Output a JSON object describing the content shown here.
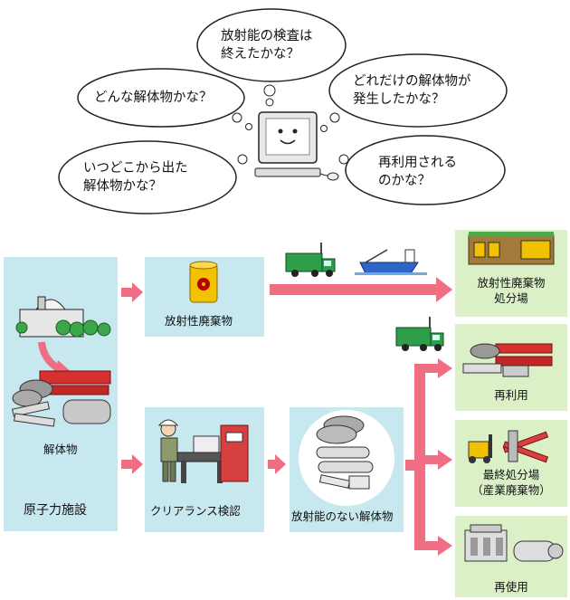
{
  "thoughts": [
    {
      "text": "放射能の検査は\n終えたかな？"
    },
    {
      "text": "どんな解体物かな？"
    },
    {
      "text": "どれだけの解体物が\n発生したかな？"
    },
    {
      "text": "いつどこから出た\n解体物かな？"
    },
    {
      "text": "再利用される\nのかな？"
    }
  ],
  "facility": {
    "debris_label": "解体物",
    "name": "原子力施設"
  },
  "steps": {
    "radioactive_waste": "放射性廃棄物",
    "clearance": "クリアランス検認",
    "non_radioactive": "放射能のない解体物"
  },
  "destinations": [
    {
      "label": "放射性廃棄物\n処分場"
    },
    {
      "label": "再利用"
    },
    {
      "label": "最終処分場\n（産業廃棄物）"
    },
    {
      "label": "再使用"
    }
  ],
  "colors": {
    "panel_blue": "#c8e8f0",
    "panel_green": "#dcf0c8",
    "arrow_pink": "#f06e84",
    "truck_green": "#2e9e4a"
  }
}
